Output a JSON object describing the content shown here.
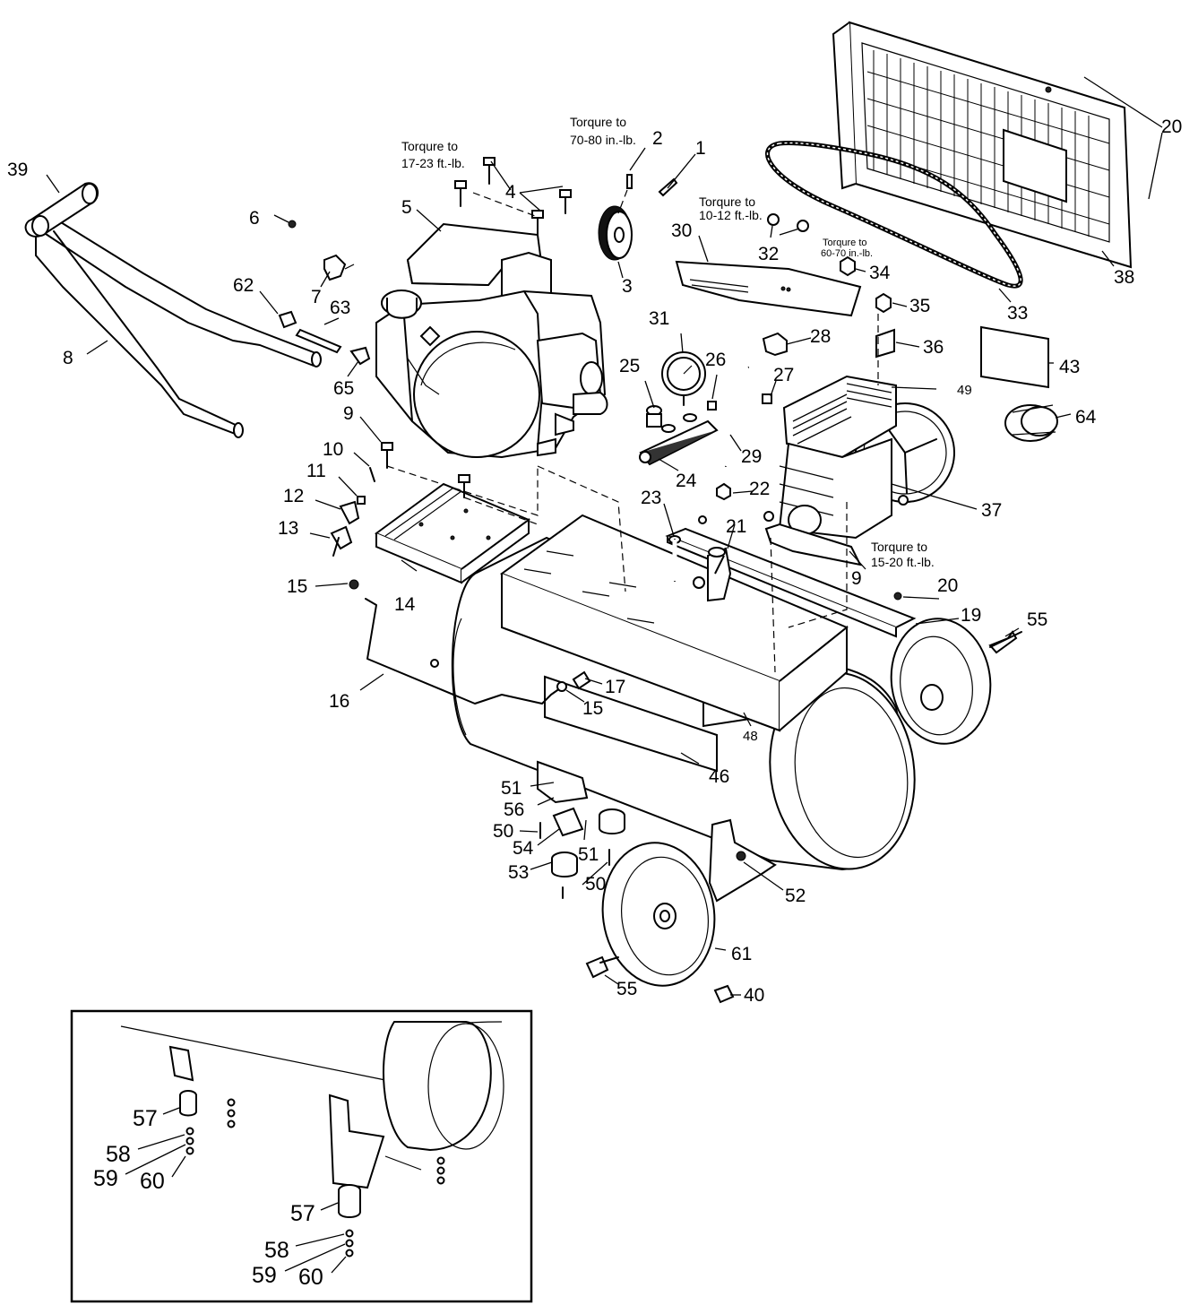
{
  "callouts": {
    "c1": "1",
    "c2": "2",
    "c3": "3",
    "c4": "4",
    "c5": "5",
    "c6": "6",
    "c7": "7",
    "c8": "8",
    "c9a": "9",
    "c9b": "9",
    "c10": "10",
    "c11": "11",
    "c12": "12",
    "c13": "13",
    "c14": "14",
    "c15a": "15",
    "c15b": "15",
    "c16": "16",
    "c17": "17",
    "c19": "19",
    "c20a": "20",
    "c20b": "20",
    "c21": "21",
    "c22": "22",
    "c23": "23",
    "c24": "24",
    "c25": "25",
    "c26": "26",
    "c27": "27",
    "c28": "28",
    "c29": "29",
    "c30": "30",
    "c31": "31",
    "c32": "32",
    "c33": "33",
    "c34": "34",
    "c35": "35",
    "c36": "36",
    "c37": "37",
    "c38": "38",
    "c39": "39",
    "c40": "40",
    "c43": "43",
    "c46": "46",
    "c48": "48",
    "c49": "49",
    "c50a": "50",
    "c50b": "50",
    "c51a": "51",
    "c51b": "51",
    "c52": "52",
    "c53": "53",
    "c54": "54",
    "c55a": "55",
    "c55b": "55",
    "c56": "56",
    "c61": "61",
    "c62": "62",
    "c63": "63",
    "c64": "64",
    "c65": "65"
  },
  "inset_callouts": {
    "i57a": "57",
    "i58a": "58",
    "i59a": "59",
    "i60a": "60",
    "i57b": "57",
    "i58b": "58",
    "i59b": "59",
    "i60b": "60"
  },
  "torque_notes": {
    "t_engine": {
      "line1": "Torqure to",
      "line2": "17-23 ft.-lb."
    },
    "t_pulley": {
      "line1": "Torqure to",
      "line2": "70-80 in.-lb."
    },
    "t_guard": {
      "line1": "Torqure to",
      "line2": "10-12 ft.-lb."
    },
    "t_nut": {
      "line1": "Torqure to",
      "line2": "60-70 in.-lb."
    },
    "t_pump": {
      "line1": "Torqure to",
      "line2": "15-20 ft.-lb."
    }
  }
}
